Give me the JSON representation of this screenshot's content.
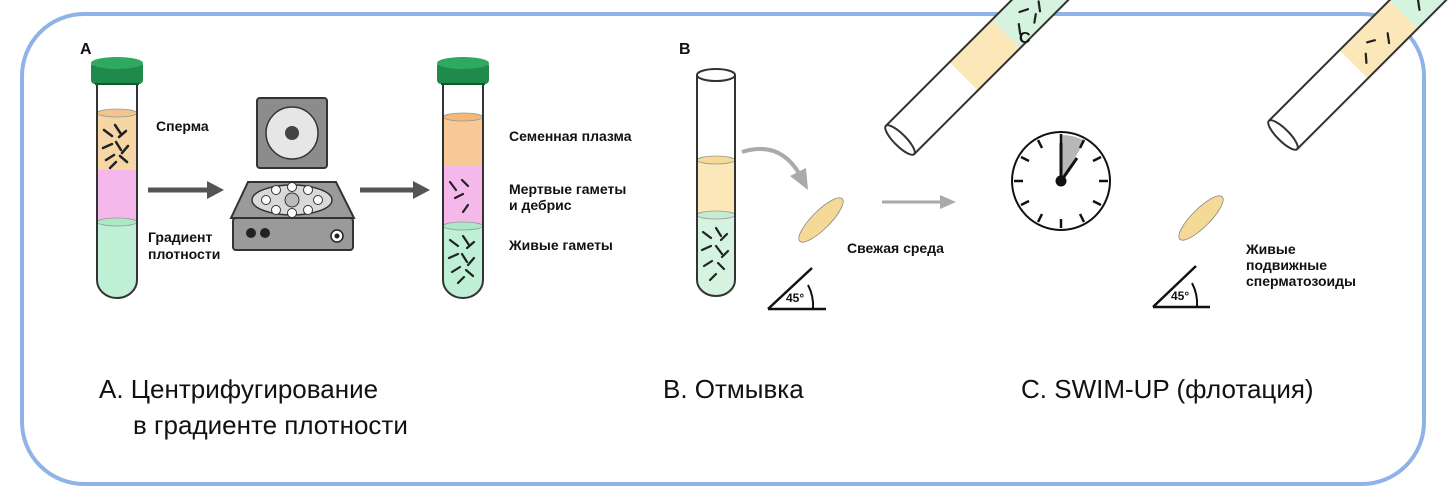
{
  "panels": {
    "a": {
      "letter": "A",
      "labels": {
        "sperm": "Сперма",
        "gradient_line1": "Градиент",
        "gradient_line2": "плотности",
        "seminal_plasma": "Семенная плазма",
        "dead_line1": "Мертвые гаметы",
        "dead_line2": "и дебрис",
        "live": "Живые гаметы"
      },
      "caption_line1": "А. Центрифугирование",
      "caption_line2": "в градиенте плотности"
    },
    "b": {
      "letter": "B",
      "labels": {
        "fresh_medium": "Свежая среда",
        "angle": "45°"
      },
      "caption": "B. Отмывка"
    },
    "c": {
      "letter": "C",
      "labels": {
        "motile_line1": "Живые",
        "motile_line2": "подвижные",
        "motile_line3": "сперматозоиды",
        "angle": "45°"
      },
      "caption": "C. SWIM-UP (флотация)"
    }
  },
  "colors": {
    "frame": "#8fb3e6",
    "cap": "#1f8a4c",
    "sperm_layer": "#f7d6a6",
    "gradient_top": "#f5b8ea",
    "gradient_bottom": "#bff0d6",
    "plasma": "#f8c995",
    "arrow": "#555555",
    "centrifuge": "#8c8c8c"
  }
}
